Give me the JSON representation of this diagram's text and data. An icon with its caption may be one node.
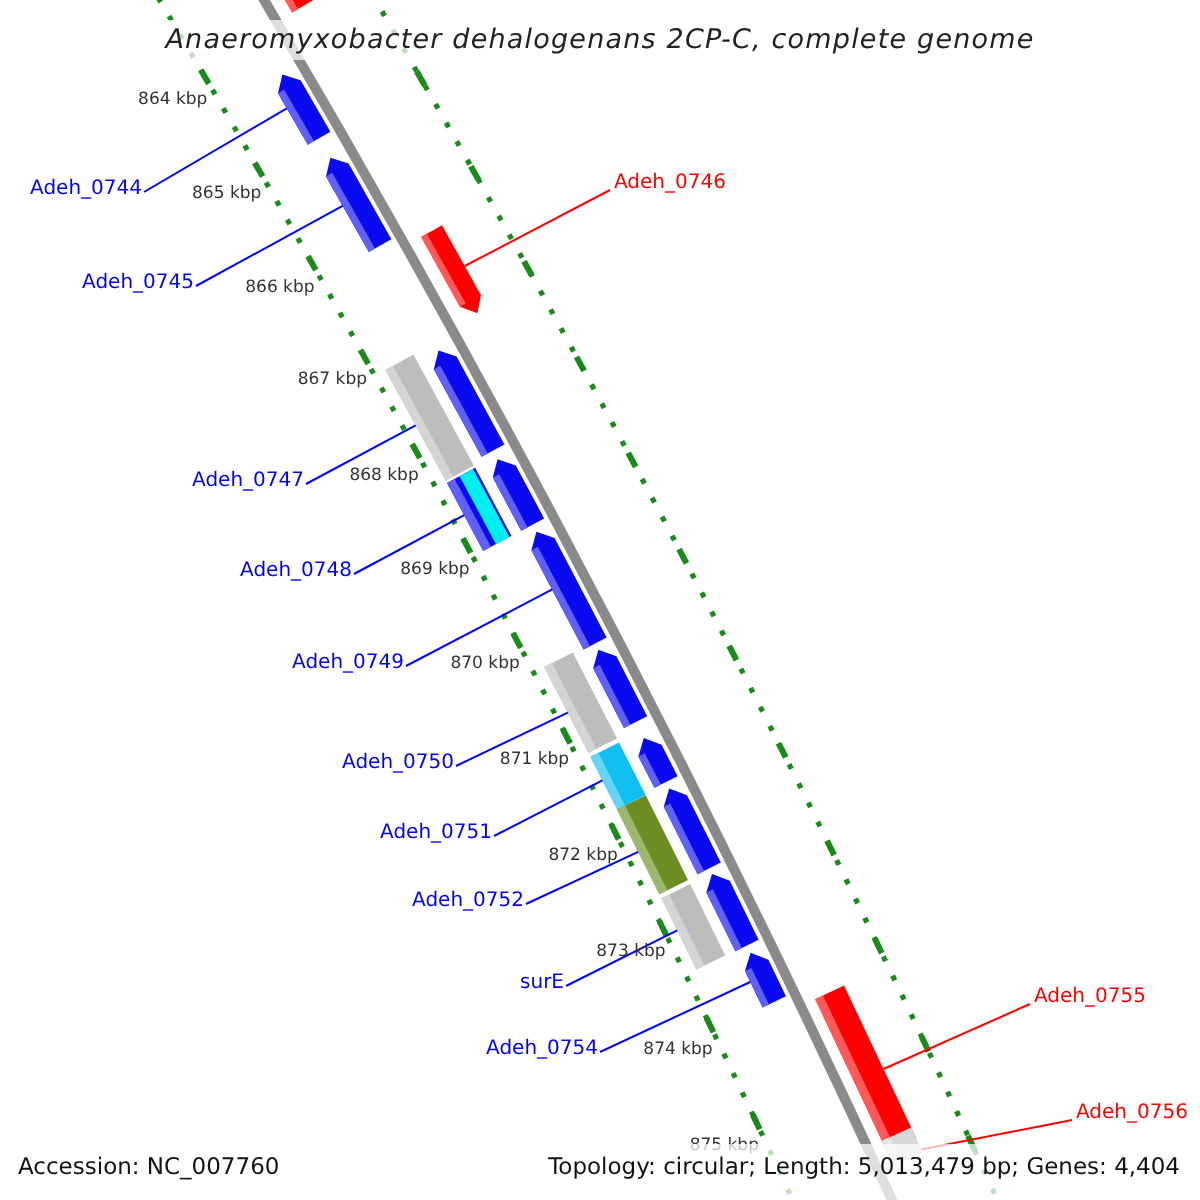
{
  "diagram": {
    "title": "Anaeromyxobacter dehalogenans 2CP-C, complete genome",
    "nodes": [
      {
        "text": [
          "Adeh_0744"
        ]
      },
      {
        "text": [
          "Adeh_0745"
        ]
      },
      {
        "text": [
          "Adeh_0746"
        ]
      },
      {
        "text": [
          "Adeh_0747"
        ]
      },
      {
        "text": [
          "Adeh_0748"
        ]
      },
      {
        "text": [
          "Adeh_0749"
        ]
      },
      {
        "text": [
          "Adeh_0750"
        ]
      },
      {
        "text": [
          "Adeh_0751"
        ]
      },
      {
        "text": [
          "Adeh_0752"
        ]
      },
      {
        "text": [
          "surE"
        ]
      },
      {
        "text": [
          "Adeh_0754"
        ]
      },
      {
        "text": [
          "Adeh_0755"
        ]
      },
      {
        "text": [
          "Adeh_0756"
        ]
      },
      {
        "text": [],
        "shape": "bar"
      },
      {
        "text": [],
        "shape": "bar"
      },
      {
        "text": [],
        "shape": "bar"
      },
      {
        "text": [],
        "shape": "bar"
      },
      {
        "text": [],
        "shape": "bar"
      },
      {
        "text": [],
        "shape": "bar"
      },
      {
        "text": [],
        "shape": "bar"
      },
      {
        "text": [],
        "shape": "bar"
      },
      {
        "text": [],
        "shape": "bar"
      },
      {
        "text": [],
        "shape": "bar"
      },
      {
        "text": [],
        "shape": "bar"
      },
      {
        "text": [],
        "shape": "bar"
      },
      {
        "text": [],
        "shape": "bar"
      },
      {
        "text": [],
        "shape": "bar"
      },
      {
        "text": [],
        "shape": "bar"
      },
      {
        "text": [],
        "shape": "bar"
      },
      {
        "text": [],
        "shape": "bar"
      },
      {
        "text": [],
        "shape": "bar"
      },
      {
        "text": [],
        "shape": "bar"
      },
      {
        "text": [],
        "shape": "bar"
      }
    ],
    "edges": [
      {
        "from": 0,
        "to": 14,
        "arrow": "none"
      },
      {
        "from": 1,
        "to": 15,
        "arrow": "none"
      },
      {
        "from": 2,
        "to": 16,
        "arrow": "none",
        "color": "#ff0000"
      },
      {
        "from": 3,
        "to": 17,
        "arrow": "none"
      },
      {
        "from": 4,
        "to": 19,
        "arrow": "none"
      },
      {
        "from": 5,
        "to": 21,
        "arrow": "none"
      },
      {
        "from": 6,
        "to": 22,
        "arrow": "none"
      },
      {
        "from": 7,
        "to": 24,
        "arrow": "none"
      },
      {
        "from": 8,
        "to": 26,
        "arrow": "none"
      },
      {
        "from": 9,
        "to": 28,
        "arrow": "none"
      },
      {
        "from": 10,
        "to": 30,
        "arrow": "none"
      },
      {
        "from": 11,
        "to": 31,
        "arrow": "none",
        "color": "#ff0000"
      },
      {
        "from": 12,
        "to": 32,
        "arrow": "none",
        "color": "#ff0000"
      }
    ],
    "labels": [
      "864 kbp",
      "865 kbp",
      "866 kbp",
      "867 kbp",
      "868 kbp",
      "869 kbp",
      "870 kbp",
      "871 kbp",
      "872 kbp",
      "873 kbp",
      "874 kbp",
      "875 kbp",
      "Accession: NC_007760",
      "Topology: circular; Length: 5,013,479 bp; Genes: 4,404"
    ]
  }
}
